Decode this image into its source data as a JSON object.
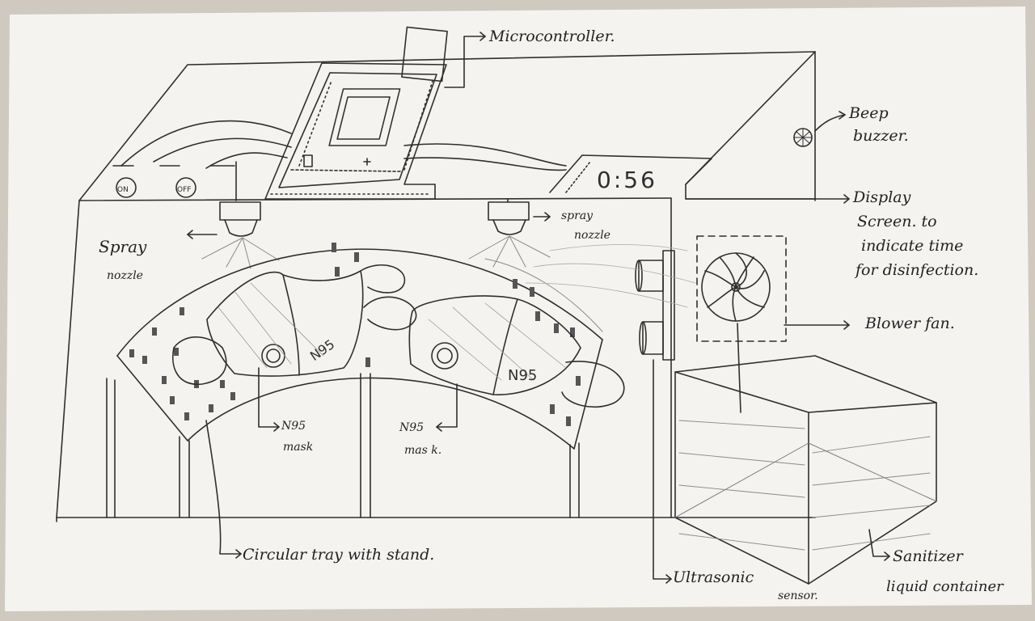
{
  "display": {
    "time": "0:56"
  },
  "switches": {
    "on": "ON",
    "off": "OFF"
  },
  "masks": {
    "left_print": "N95",
    "right_print": "N95"
  },
  "labels": {
    "microcontroller": "Microcontroller.",
    "beep_1": "Beep",
    "beep_2": "buzzer.",
    "display_1": "Display",
    "display_2": "Screen. to",
    "display_3": "indicate time",
    "display_4": "for disinfection.",
    "blower": "Blower fan.",
    "spray_left_1": "Spray",
    "spray_left_2": "nozzle",
    "spray_right_1": "spray",
    "spray_right_2": "nozzle",
    "n95_left_1": "N95",
    "n95_left_2": "mask",
    "n95_right_1": "N95",
    "n95_right_2": "mas k.",
    "tray": "Circular tray with stand.",
    "ultrasonic_1": "Ultrasonic",
    "ultrasonic_2": "sensor.",
    "sanitizer_1": "Sanitizer",
    "sanitizer_2": "liquid container"
  },
  "colors": {
    "paper": "#f4f3f0",
    "pencil": "#2f2f2f",
    "shade": "#8a8a8a"
  }
}
